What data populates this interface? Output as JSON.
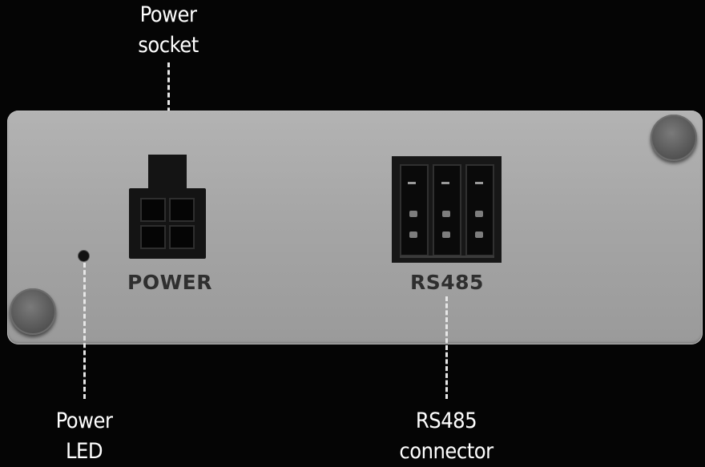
{
  "callouts": {
    "power_socket": {
      "line1": "Power",
      "line2": "socket"
    },
    "power_led": {
      "line1": "Power",
      "line2": "LED"
    },
    "rs485_connector": {
      "line1": "RS485",
      "line2": "connector"
    }
  },
  "panel_labels": {
    "power": "POWER",
    "rs485": "RS485"
  },
  "colors": {
    "background": "#050505",
    "panel": "#a8a8a8",
    "label_text": "#2f2f2f",
    "callout_text": "#ffffff"
  }
}
